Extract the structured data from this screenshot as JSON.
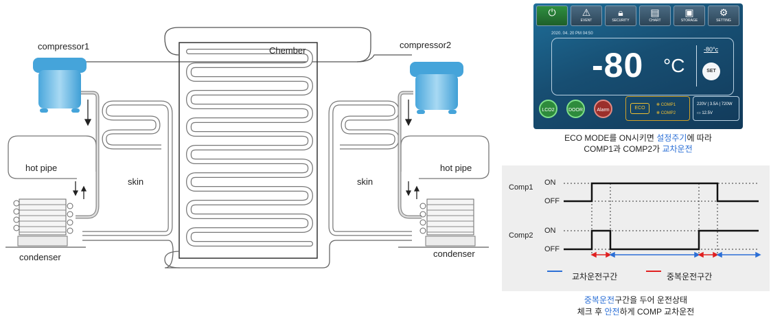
{
  "diagram": {
    "left": {
      "compressor": "compressor1",
      "hot_pipe": "hot pipe",
      "skin": "skin",
      "condenser": "condenser"
    },
    "chamber": "Chember",
    "right": {
      "compressor": "compressor2",
      "hot_pipe": "hot pipe",
      "skin": "skin",
      "condenser": "condenser"
    }
  },
  "panel": {
    "toolbar": [
      {
        "label": "",
        "icon": "power-icon"
      },
      {
        "label": "EVENT",
        "icon": "warning-icon"
      },
      {
        "label": "SECURITY",
        "icon": "lock-icon"
      },
      {
        "label": "CHART",
        "icon": "chart-icon"
      },
      {
        "label": "STORAGE",
        "icon": "storage-icon"
      },
      {
        "label": "SETTING",
        "icon": "gear-icon"
      }
    ],
    "datetime": "2020. 04. 20   PM 04:50",
    "temperature": "-80",
    "unit": "°C",
    "set_temperature": "-80°c",
    "set_button": "SET",
    "buttons": [
      "LCO2",
      "DOOR",
      "Alarm"
    ],
    "eco": "ECO",
    "comp1": "COMP1",
    "comp2": "COMP2",
    "power_spec": "220V  |  3.5A  |  720W",
    "battery": "12.5V",
    "colors": {
      "panel_bg": "#174e72",
      "eco": "#f0c032",
      "ok": "#2e8b3c",
      "alarm": "#9b2f2b"
    }
  },
  "caption1": {
    "line1_pre": "ECO MODE를 ON시키면 ",
    "line1_hl": "설정주기",
    "line1_post": "에 따라",
    "line2_pre": "COMP1과 COMP2가 ",
    "line2_hl": "교차운전"
  },
  "timing": {
    "comp1": "Comp1",
    "comp2": "Comp2",
    "on": "ON",
    "off": "OFF",
    "legend_cross": "교차운전구간",
    "legend_overlap": "중복운전구간",
    "colors": {
      "cross": "#2b6fd6",
      "overlap": "#e02020"
    }
  },
  "caption2": {
    "line1_hl": "중복운전",
    "line1_post": "구간을 두어 운전상태",
    "line2_pre": "체크 후 ",
    "line2_hl": "안전",
    "line2_post": "하게 COMP 교차운전"
  }
}
